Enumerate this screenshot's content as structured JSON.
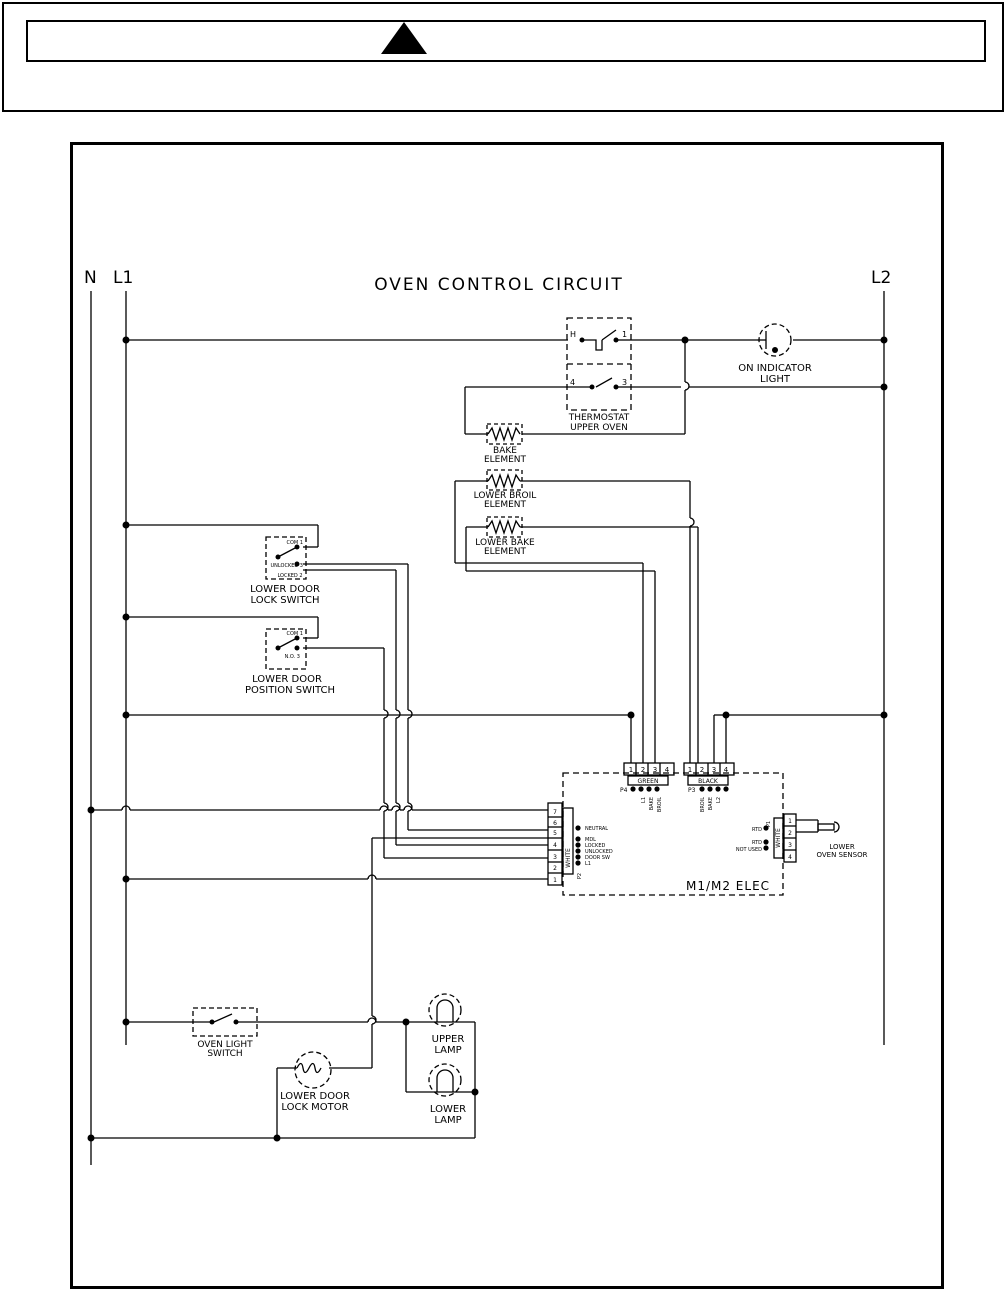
{
  "header": {
    "warning_icon": "warning-triangle-icon"
  },
  "diagram": {
    "title": "OVEN CONTROL CIRCUIT",
    "bus_labels": {
      "n": "N",
      "l1": "L1",
      "l2": "L2"
    },
    "components": {
      "thermostat": "THERMOSTAT",
      "thermostat_sub": "UPPER OVEN",
      "thermostat_h": "H",
      "thermostat_1": "1",
      "thermostat_4": "4",
      "thermostat_3": "3",
      "indicator": "ON INDICATOR",
      "indicator_sub": "LIGHT",
      "bake": "BAKE",
      "bake_sub": "ELEMENT",
      "lower_broil": "LOWER BROIL",
      "lower_broil_sub": "ELEMENT",
      "lower_bake": "LOWER BAKE",
      "lower_bake_sub": "ELEMENT",
      "lock_switch": "LOWER DOOR",
      "lock_switch_sub": "LOCK SWITCH",
      "lock_com": "COM 1",
      "lock_unlocked": "UNLOCKED 3",
      "lock_locked": "LOCKED 2",
      "position_switch": "LOWER DOOR",
      "position_switch_sub": "POSITION SWITCH",
      "pos_com": "COM 1",
      "pos_no": "N.O. 3",
      "control": "M1/M2 ELEC",
      "p4_label": "P4",
      "p4_color": "GREEN",
      "p4_pins": [
        "1",
        "2",
        "3",
        "4"
      ],
      "p4_sig": [
        "L1",
        "BAKE",
        "BROIL"
      ],
      "p3_label": "P3",
      "p3_color": "BLACK",
      "p3_pins": [
        "1",
        "2",
        "3",
        "4"
      ],
      "p3_sig": [
        "BROIL",
        "BAKE",
        "L2"
      ],
      "p2_label": "P2",
      "p2_color": "WHITE",
      "p2_pins": [
        "7",
        "6",
        "5",
        "4",
        "3",
        "2",
        "1"
      ],
      "p2_sig": [
        "NEUTRAL",
        "MDL",
        "LOCKED",
        "UNLOCKED",
        "DOOR SW",
        "L1"
      ],
      "p1_label": "P1",
      "p1_color": "WHITE",
      "p1_pins": [
        "1",
        "2",
        "3",
        "4"
      ],
      "p1_rtd1": "RTD",
      "p1_rtd2": "RTD",
      "p1_notused": "NOT USED",
      "sensor": "LOWER",
      "sensor_sub": "OVEN SENSOR",
      "light_switch": "OVEN LIGHT",
      "light_switch_sub": "SWITCH",
      "lock_motor": "LOWER DOOR",
      "lock_motor_sub": "LOCK MOTOR",
      "upper_lamp": "UPPER",
      "upper_lamp_sub": "LAMP",
      "lower_lamp": "LOWER",
      "lower_lamp_sub": "LAMP"
    }
  }
}
